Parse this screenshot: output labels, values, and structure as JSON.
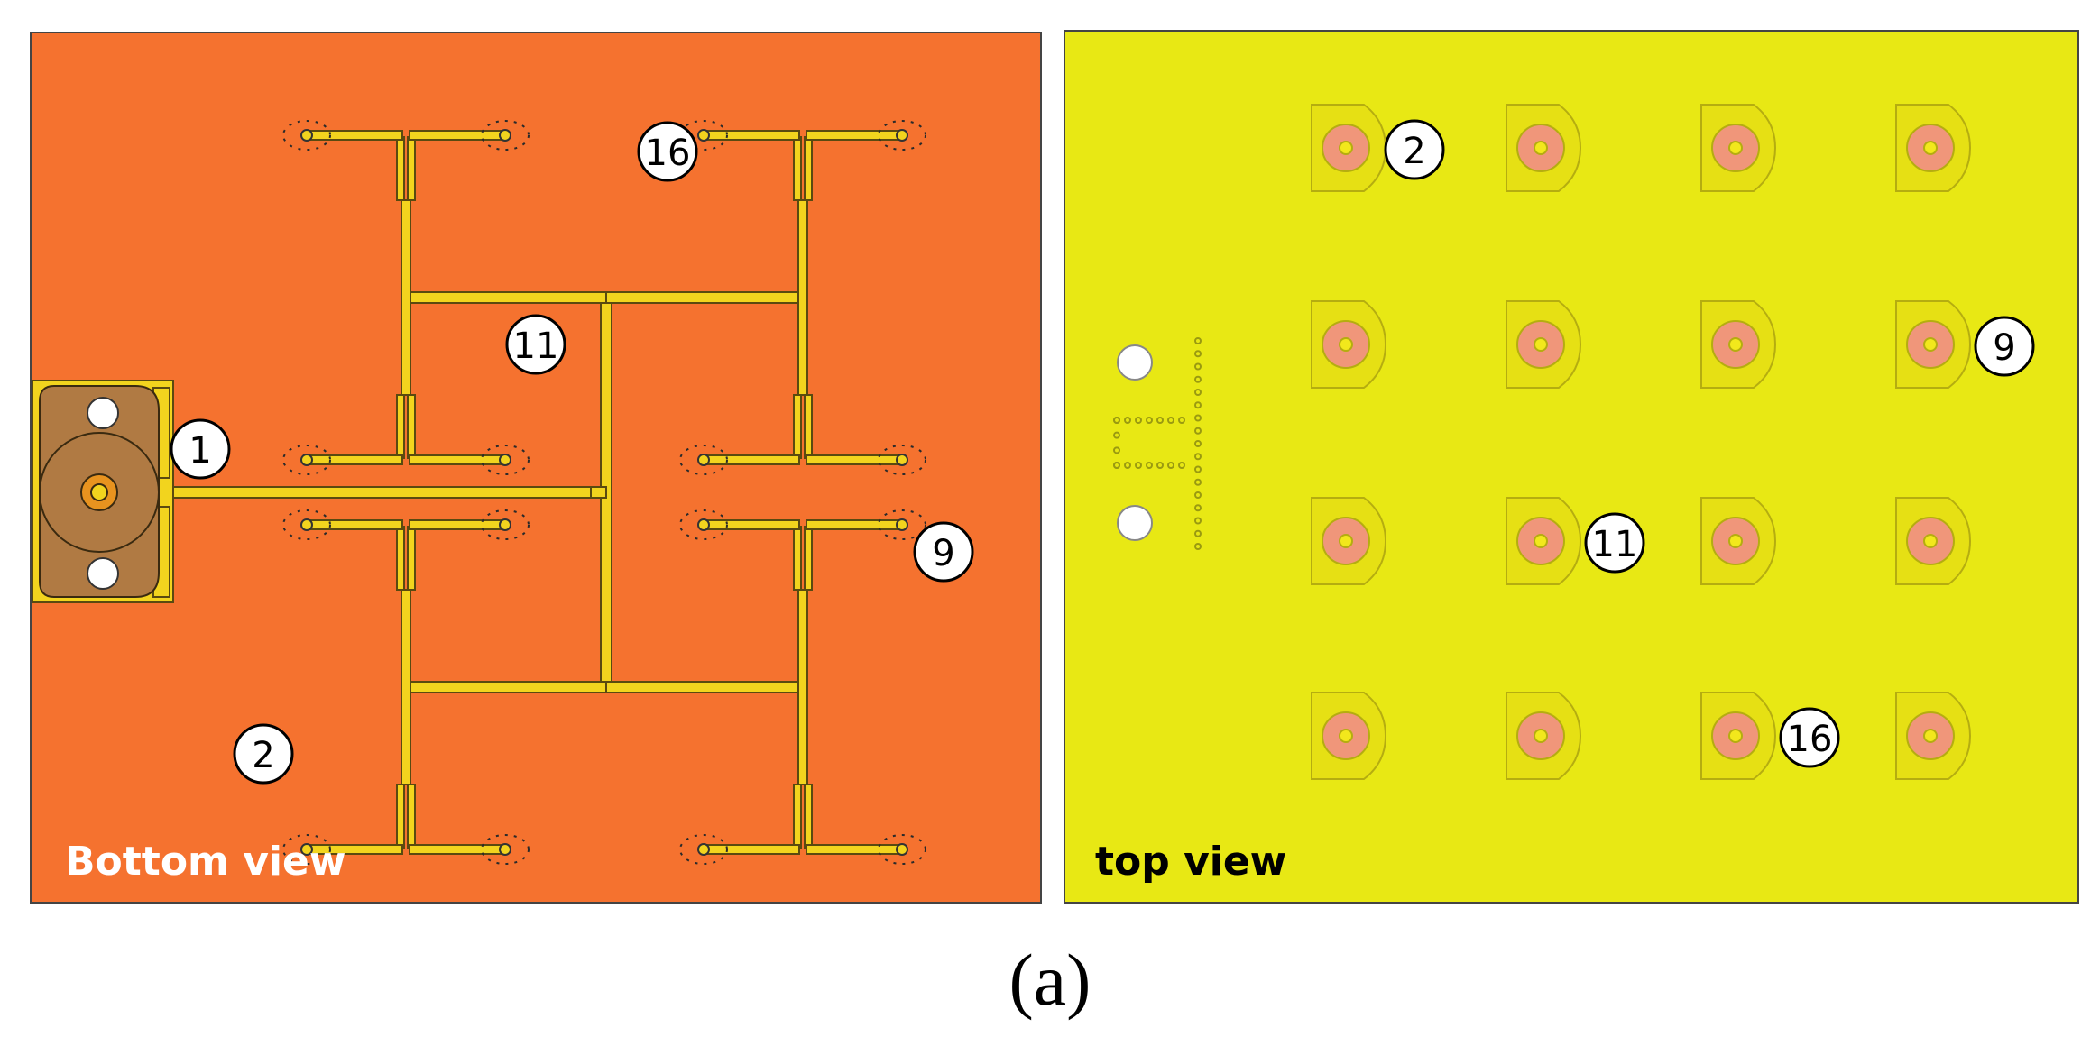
{
  "panels": {
    "bottom": {
      "label": "Bottom view",
      "background": "#f5722f",
      "label_color": "#ffffff"
    },
    "top": {
      "label": "top view",
      "background": "#e8e814",
      "label_color": "#000000"
    }
  },
  "callouts": {
    "bottom": [
      "1",
      "16",
      "11",
      "9",
      "2"
    ],
    "top": [
      "2",
      "9",
      "11",
      "16"
    ]
  },
  "caption": "(a)",
  "colors": {
    "trace": "#f2d41e",
    "trace_outline": "#5a4a10",
    "connector_body": "#b07a43",
    "patch": "#f0967a",
    "patch_center": "#f2e81c",
    "patch_outline": "#b5ad10"
  }
}
